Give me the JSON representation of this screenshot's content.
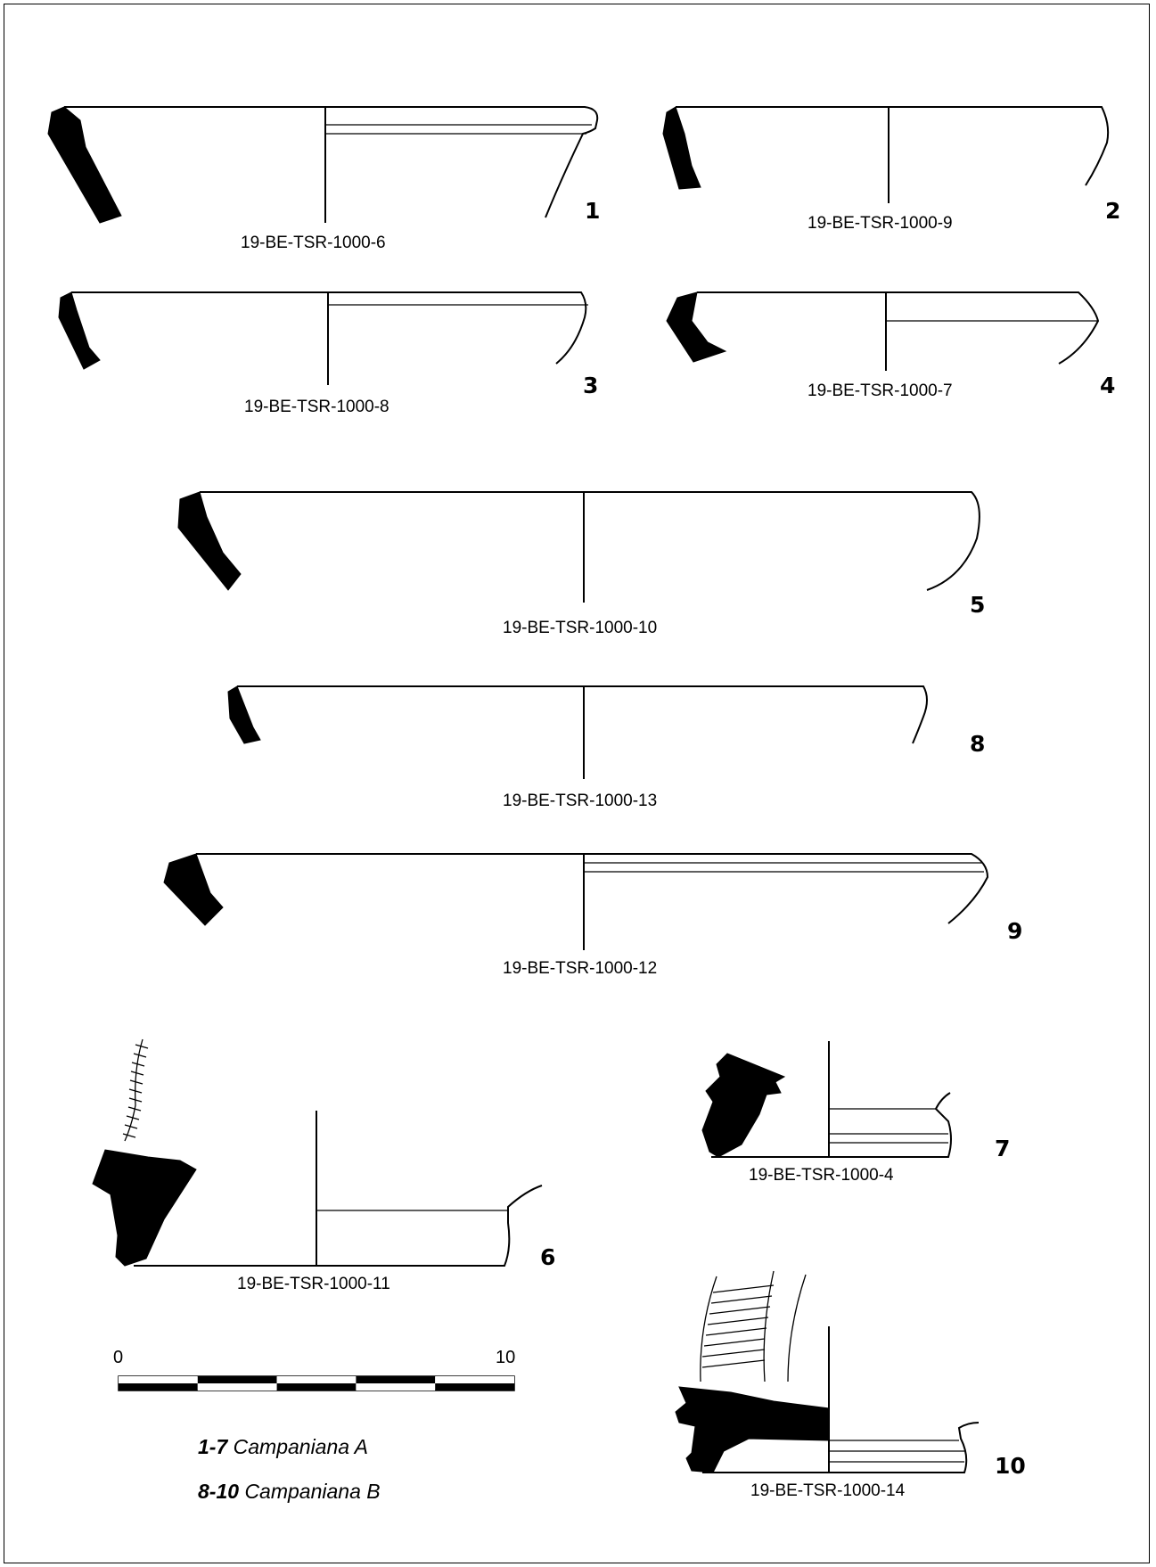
{
  "sherds": [
    {
      "number": "1",
      "code": "19-BE-TSR-1000-6"
    },
    {
      "number": "2",
      "code": "19-BE-TSR-1000-9"
    },
    {
      "number": "3",
      "code": "19-BE-TSR-1000-8"
    },
    {
      "number": "4",
      "code": "19-BE-TSR-1000-7"
    },
    {
      "number": "5",
      "code": "19-BE-TSR-1000-10"
    },
    {
      "number": "8",
      "code": "19-BE-TSR-1000-13"
    },
    {
      "number": "9",
      "code": "19-BE-TSR-1000-12"
    },
    {
      "number": "6",
      "code": "19-BE-TSR-1000-11"
    },
    {
      "number": "7",
      "code": "19-BE-TSR-1000-4"
    },
    {
      "number": "10",
      "code": "19-BE-TSR-1000-14"
    }
  ],
  "scale": {
    "min_label": "0",
    "max_label": "10",
    "segments": 10
  },
  "legend": [
    {
      "range": "1-7",
      "ware": "Campaniana A"
    },
    {
      "range": "8-10",
      "ware": "Campaniana B"
    }
  ],
  "colors": {
    "ink": "#000000",
    "paper": "#ffffff"
  }
}
